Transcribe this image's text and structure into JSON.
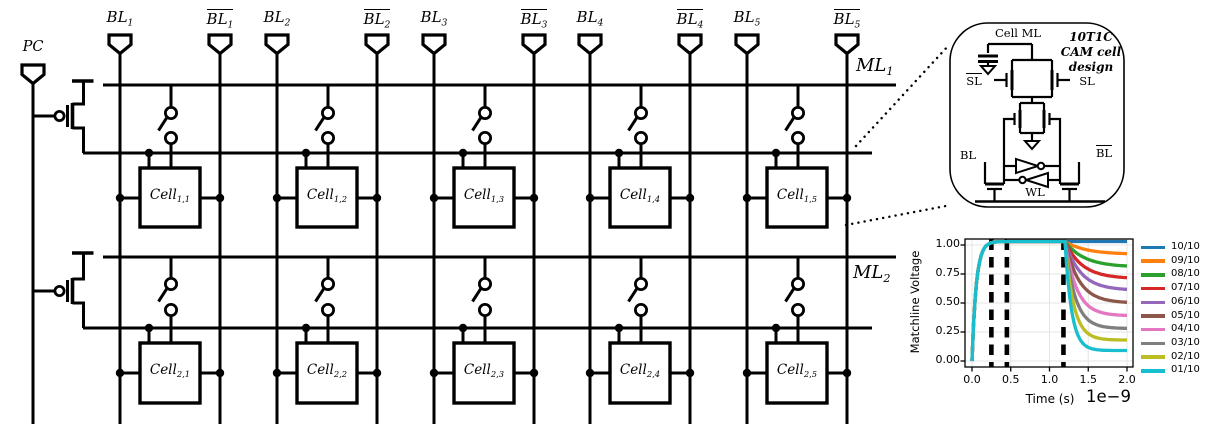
{
  "figure_type": "CAM array schematic with 10T1C cell inset and matchline simulation chart",
  "diagram": {
    "pc_label": "PC",
    "bitlines": [
      {
        "name": "BL",
        "sub": "1",
        "bar": false
      },
      {
        "name": "BL",
        "sub": "1",
        "bar": true
      },
      {
        "name": "BL",
        "sub": "2",
        "bar": false
      },
      {
        "name": "BL",
        "sub": "2",
        "bar": true
      },
      {
        "name": "BL",
        "sub": "3",
        "bar": false
      },
      {
        "name": "BL",
        "sub": "3",
        "bar": true
      },
      {
        "name": "BL",
        "sub": "4",
        "bar": false
      },
      {
        "name": "BL",
        "sub": "4",
        "bar": true
      },
      {
        "name": "BL",
        "sub": "5",
        "bar": false
      },
      {
        "name": "BL",
        "sub": "5",
        "bar": true
      }
    ],
    "matchlines": [
      {
        "name": "ML",
        "sub": "1"
      },
      {
        "name": "ML",
        "sub": "2"
      }
    ],
    "cells": [
      {
        "name": "Cell",
        "sub": "1,1"
      },
      {
        "name": "Cell",
        "sub": "1,2"
      },
      {
        "name": "Cell",
        "sub": "1,3"
      },
      {
        "name": "Cell",
        "sub": "1,4"
      },
      {
        "name": "Cell",
        "sub": "1,5"
      },
      {
        "name": "Cell",
        "sub": "2,1"
      },
      {
        "name": "Cell",
        "sub": "2,2"
      },
      {
        "name": "Cell",
        "sub": "2,3"
      },
      {
        "name": "Cell",
        "sub": "2,4"
      },
      {
        "name": "Cell",
        "sub": "2,5"
      }
    ]
  },
  "inset": {
    "title_lines": [
      "10T1C",
      "CAM cell",
      "design"
    ],
    "labels": {
      "cell_ml": "Cell ML",
      "sl_bar": "SL",
      "sl": "SL",
      "bl": "BL",
      "bl_bar": "BL",
      "wl": "WL"
    }
  },
  "chart_data": {
    "type": "line",
    "xlabel": "Time (s)",
    "x_offset_label": "1e−9",
    "ylabel": "Matchline Voltage",
    "xticks": [
      "0.0",
      "0.5",
      "1.0",
      "1.5",
      "2.0"
    ],
    "yticks": [
      "0.00",
      "0.25",
      "0.50",
      "0.75",
      "1.00"
    ],
    "xlim_ns": [
      -0.09,
      2.08
    ],
    "ylim": [
      -0.052,
      1.052
    ],
    "grid": true,
    "legend_position": "right outside",
    "plateau_voltage": 1.03,
    "rise_tau_ns": 0.055,
    "decay_start_ns": 1.2,
    "dashed_marker_lines_ns": [
      0.25,
      0.45,
      1.18
    ],
    "series": [
      {
        "name": "10/10",
        "color": "#1f77b4",
        "final_voltage": 1.03,
        "decay_tau_ns": 0.3
      },
      {
        "name": "09/10",
        "color": "#ff7f0e",
        "final_voltage": 0.92,
        "decay_tau_ns": 0.27
      },
      {
        "name": "08/10",
        "color": "#2ca02c",
        "final_voltage": 0.81,
        "decay_tau_ns": 0.25
      },
      {
        "name": "07/10",
        "color": "#d62728",
        "final_voltage": 0.71,
        "decay_tau_ns": 0.22
      },
      {
        "name": "06/10",
        "color": "#9467bd",
        "final_voltage": 0.61,
        "decay_tau_ns": 0.2
      },
      {
        "name": "05/10",
        "color": "#8c564b",
        "final_voltage": 0.5,
        "decay_tau_ns": 0.18
      },
      {
        "name": "04/10",
        "color": "#e377c2",
        "final_voltage": 0.39,
        "decay_tau_ns": 0.15
      },
      {
        "name": "03/10",
        "color": "#7f7f7f",
        "final_voltage": 0.28,
        "decay_tau_ns": 0.13
      },
      {
        "name": "02/10",
        "color": "#bcbd22",
        "final_voltage": 0.18,
        "decay_tau_ns": 0.11
      },
      {
        "name": "01/10",
        "color": "#17becf",
        "final_voltage": 0.09,
        "decay_tau_ns": 0.085
      }
    ]
  }
}
